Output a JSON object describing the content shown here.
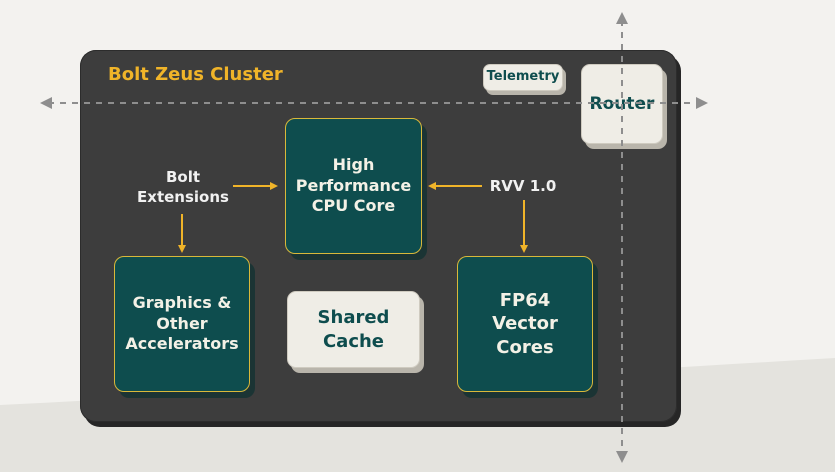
{
  "title": "Bolt Zeus Cluster",
  "telemetry": "Telemetry",
  "router": "Router",
  "cpu_core": "High\nPerformance\nCPU Core",
  "graphics": "Graphics &\nOther\nAccelerators",
  "shared_cache": "Shared\nCache",
  "vector_cores": "FP64\nVector\nCores",
  "bolt_extensions": "Bolt\nExtensions",
  "rvv": "RVV 1.0",
  "colors": {
    "accent": "#f0b429",
    "teal": "#0e4d4e",
    "panel": "#3d3d3d"
  }
}
